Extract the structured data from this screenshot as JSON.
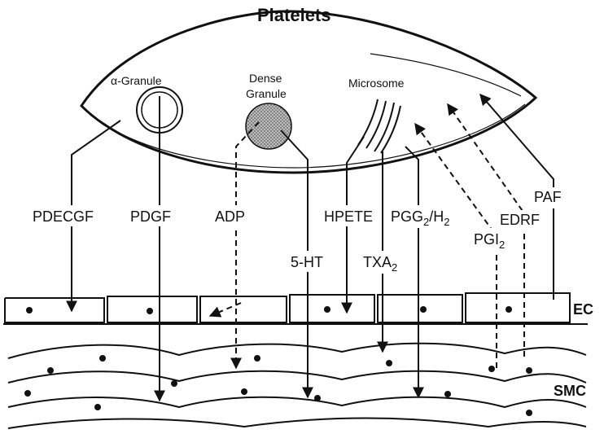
{
  "title": "Platelets",
  "organelles": {
    "alpha_granule": "α-Granule",
    "dense_granule_line1": "Dense",
    "dense_granule_line2": "Granule",
    "microsome": "Microsome"
  },
  "mediators": {
    "pdecgf": "PDECGF",
    "pdgf": "PDGF",
    "adp": "ADP",
    "five_ht": "5-HT",
    "hpete": "HPETE",
    "txa2_base": "TXA",
    "txa2_sub": "2",
    "pgg2h2_a": "PGG",
    "pgg2h2_sub1": "2",
    "pgg2h2_b": "/H",
    "pgg2h2_sub2": "2",
    "pgi2_base": "PGI",
    "pgi2_sub": "2",
    "edrf": "EDRF",
    "paf": "PAF"
  },
  "layers": {
    "ec": "EC",
    "smc": "SMC"
  }
}
